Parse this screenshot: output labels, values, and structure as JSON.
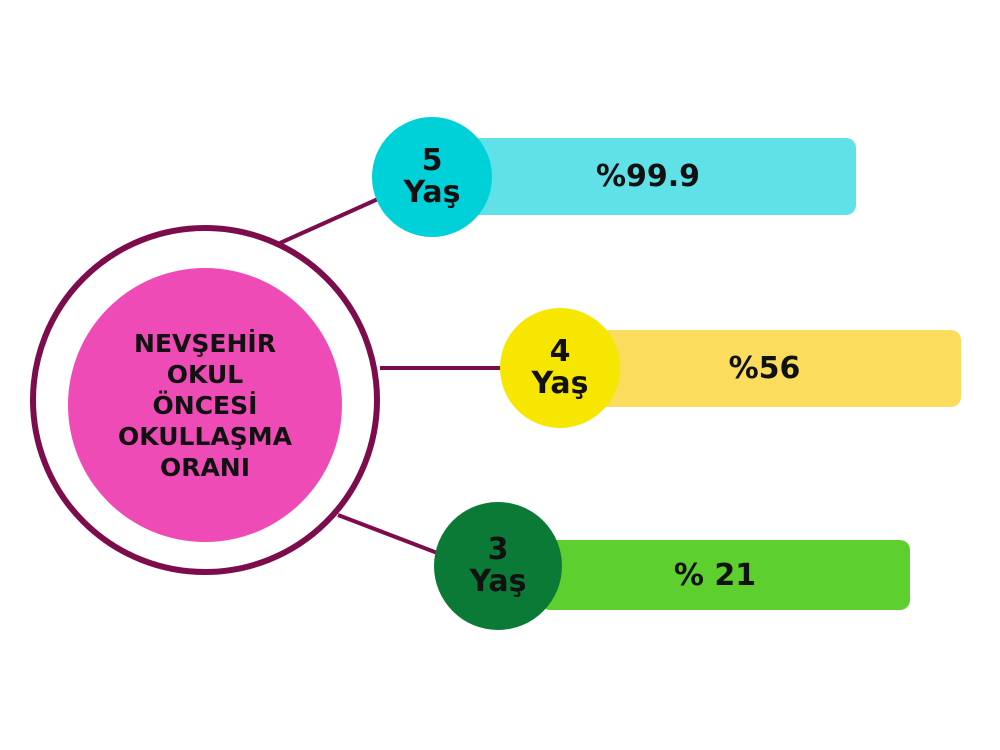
{
  "title_lines": [
    "NEVŞEHİR",
    "OKUL",
    "ÖNCESİ",
    "OKULLAŞMA",
    "ORANI"
  ],
  "items": [
    {
      "age_number": "5",
      "age_unit": "Yaş",
      "value_label": "%99.9",
      "value": 99.9,
      "circle_color": "#00d1d9",
      "bar_color": "#5fe1e7"
    },
    {
      "age_number": "4",
      "age_unit": "Yaş",
      "value_label": "%56",
      "value": 56,
      "circle_color": "#f6e600",
      "bar_color": "#fbdc5c"
    },
    {
      "age_number": "3",
      "age_unit": "Yaş",
      "value_label": "% 21",
      "value": 21,
      "circle_color": "#0b7a36",
      "bar_color": "#5dcf2f"
    }
  ],
  "colors": {
    "ring": "#7d0c4c",
    "center": "#ef4bb6"
  }
}
